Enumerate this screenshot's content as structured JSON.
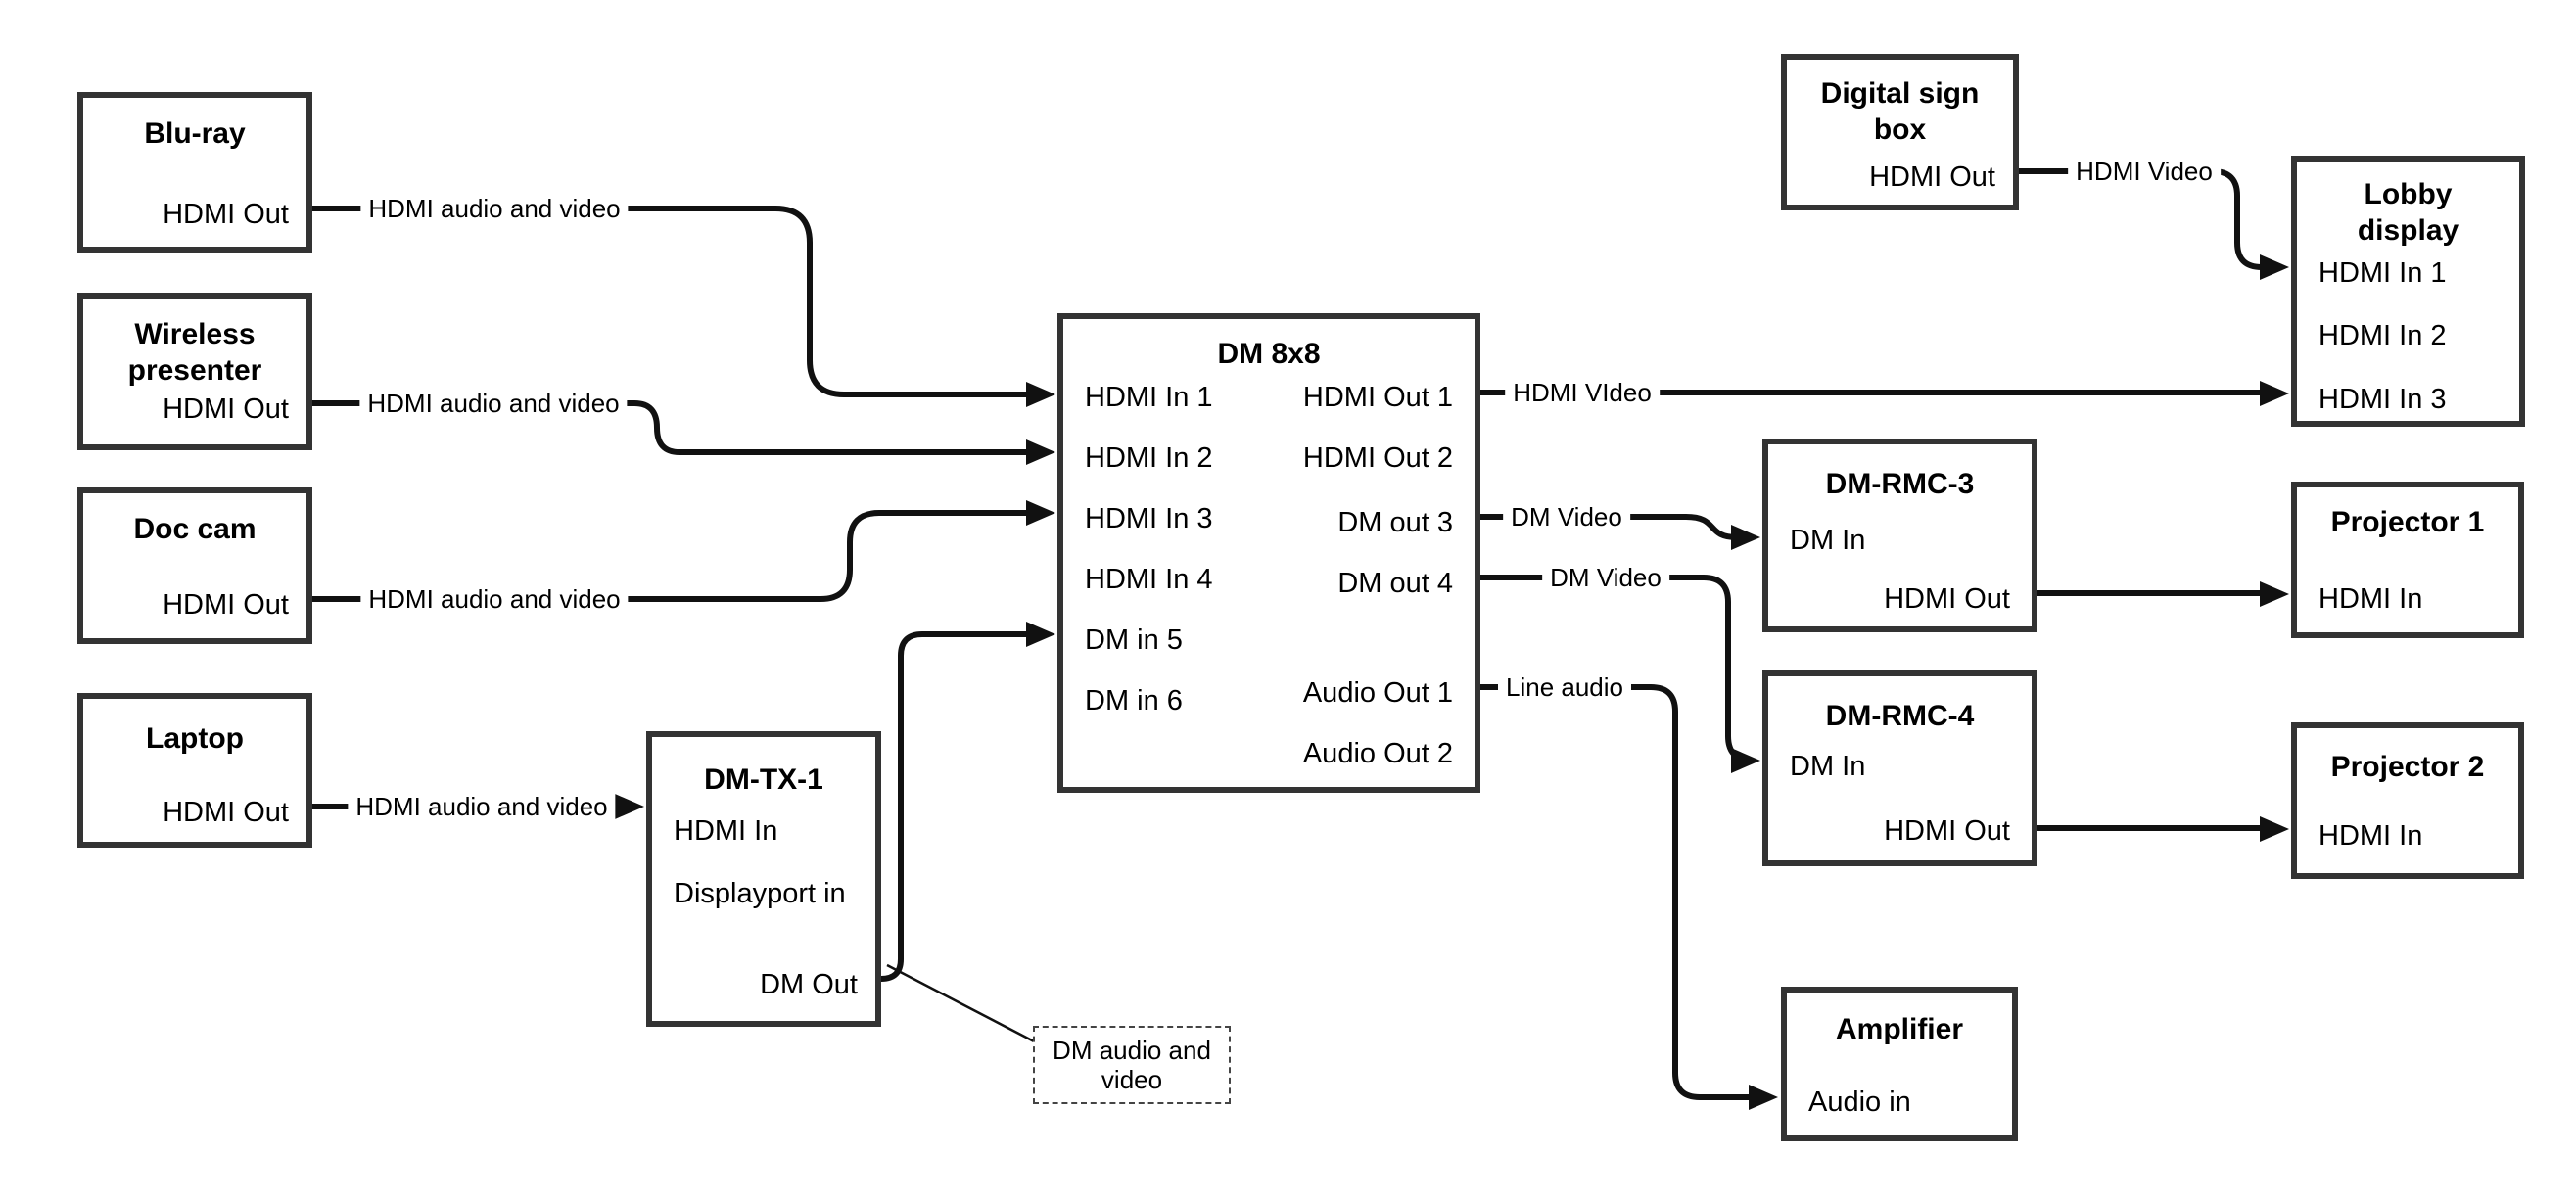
{
  "colors": {
    "wire": "#111111",
    "box_border": "#333333",
    "text": "#000000",
    "background": "#ffffff"
  },
  "nodes": {
    "bluray": {
      "title": "Blu-ray",
      "ports": {
        "out": "HDMI Out"
      }
    },
    "wireless": {
      "title": "Wireless presenter",
      "ports": {
        "out": "HDMI Out"
      }
    },
    "doccam": {
      "title": "Doc cam",
      "ports": {
        "out": "HDMI Out"
      }
    },
    "laptop": {
      "title": "Laptop",
      "ports": {
        "out": "HDMI Out"
      }
    },
    "dmtx1": {
      "title": "DM-TX-1",
      "ports": {
        "hdmi_in": "HDMI In",
        "dp_in": "Displayport in",
        "dm_out": "DM Out"
      }
    },
    "dm8x8": {
      "title": "DM 8x8",
      "ports": {
        "in1": "HDMI In 1",
        "in2": "HDMI In 2",
        "in3": "HDMI In 3",
        "in4": "HDMI In 4",
        "in5": "DM in 5",
        "in6": "DM in 6",
        "out1": "HDMI Out 1",
        "out2": "HDMI Out 2",
        "out3": "DM out 3",
        "out4": "DM out 4",
        "out5": "Audio Out 1",
        "out6": "Audio Out 2"
      }
    },
    "digsign": {
      "title": "Digital sign box",
      "ports": {
        "out": "HDMI Out"
      }
    },
    "lobby": {
      "title": "Lobby display",
      "ports": {
        "in1": "HDMI In 1",
        "in2": "HDMI In 2",
        "in3": "HDMI In 3"
      }
    },
    "dmrmc3": {
      "title": "DM-RMC-3",
      "ports": {
        "dm_in": "DM In",
        "hdmi_out": "HDMI Out"
      }
    },
    "proj1": {
      "title": "Projector 1",
      "ports": {
        "hdmi_in": "HDMI In"
      }
    },
    "dmrmc4": {
      "title": "DM-RMC-4",
      "ports": {
        "dm_in": "DM In",
        "hdmi_out": "HDMI Out"
      }
    },
    "proj2": {
      "title": "Projector 2",
      "ports": {
        "hdmi_in": "HDMI In"
      }
    },
    "amp": {
      "title": "Amplifier",
      "ports": {
        "audio_in": "Audio in"
      }
    }
  },
  "wire_labels": {
    "bluray_dm8x8": "HDMI audio and video",
    "wireless_dm8x8": "HDMI audio and video",
    "doccam_dm8x8": "HDMI audio and video",
    "laptop_dmtx1": "HDMI audio and video",
    "out1_lobby": "HDMI VIdeo",
    "out3_rmc3": "DM Video",
    "out4_rmc4": "DM Video",
    "ao1_amp": "Line audio",
    "digsign_lobby": "HDMI Video"
  },
  "note": {
    "text": "DM audio and video"
  }
}
